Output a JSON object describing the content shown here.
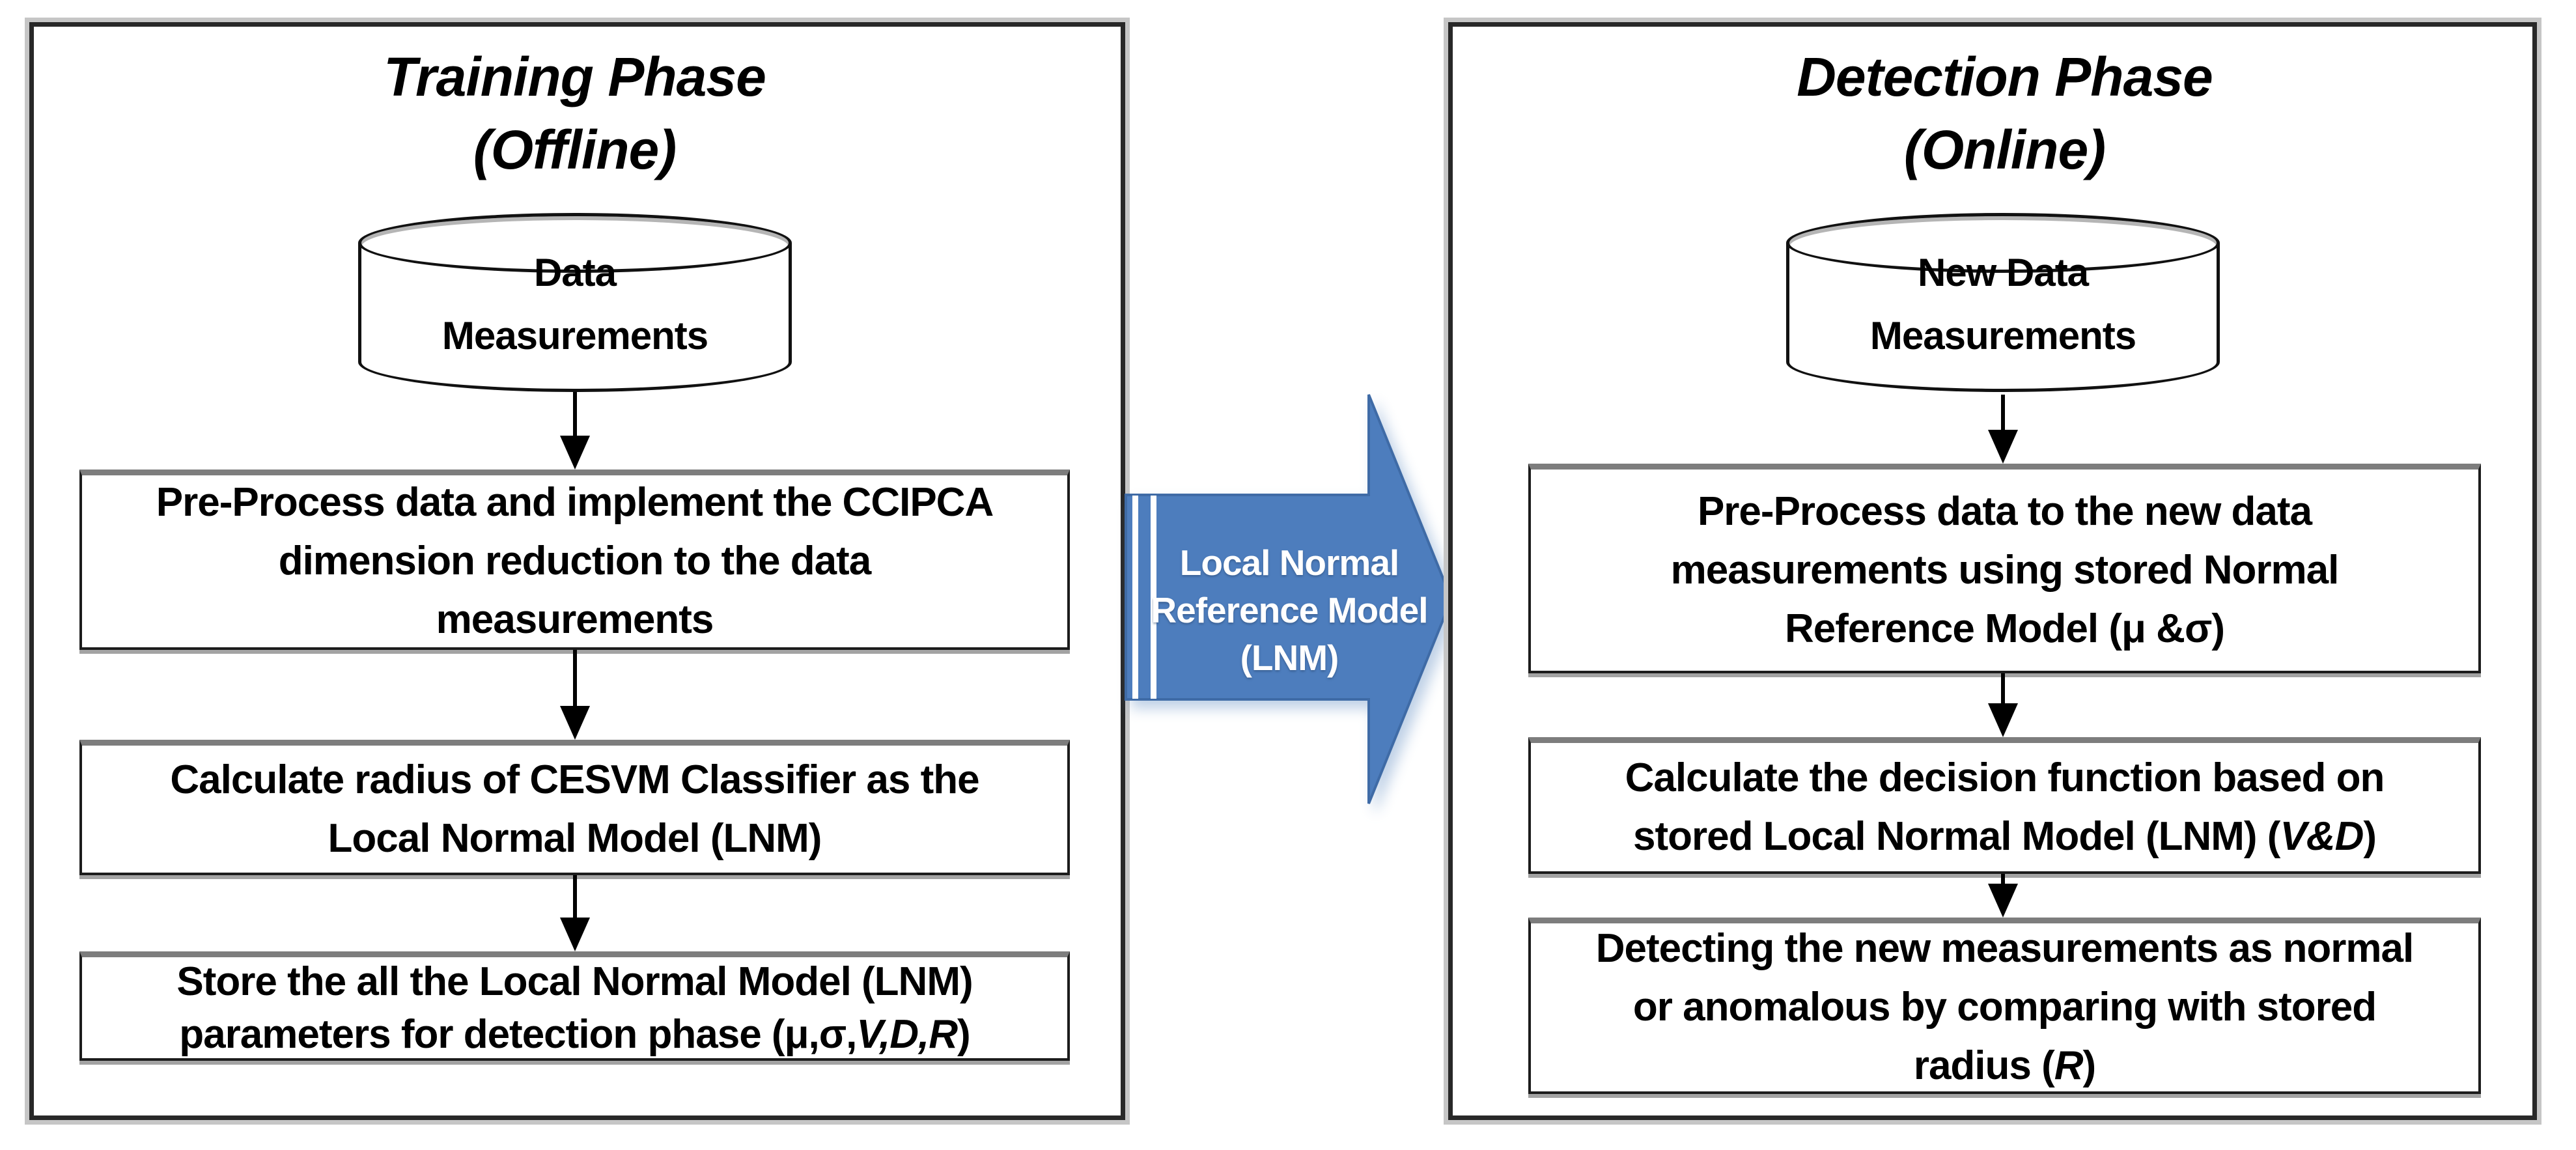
{
  "colors": {
    "panel_border": "#282828",
    "panel_highlight": "#c6c6c6",
    "box_border": "#1c1c1c",
    "box_top_shade": "#7d7d7d",
    "connector_fill": "#4d7dbd",
    "connector_edge": "#3f6ba6",
    "connector_text_color": "#ffffff"
  },
  "left_panel": {
    "title_line1": "Training Phase",
    "title_line2": "(Offline)",
    "cylinder": {
      "line1": "Data",
      "line2": "Measurements"
    },
    "boxes": [
      {
        "lines": [
          "Pre-Process data and implement the CCIPCA",
          "dimension reduction to the data",
          "measurements"
        ]
      },
      {
        "lines": [
          "Calculate radius of CESVM Classifier as the",
          "Local Normal Model (LNM)"
        ]
      },
      {
        "lines": [
          "Store the all the  Local Normal Model (LNM)",
          [
            {
              "t": "parameters for detection phase  (μ,σ,"
            },
            {
              "t": "V,D,R",
              "i": true
            },
            {
              "t": ")"
            }
          ]
        ]
      }
    ]
  },
  "connector": {
    "line1": "Local Normal",
    "line2": "Reference Model",
    "line3": "(LNM)"
  },
  "right_panel": {
    "title_line1": "Detection Phase",
    "title_line2": "(Online)",
    "cylinder": {
      "line1": "New Data",
      "line2": "Measurements"
    },
    "boxes": [
      {
        "lines": [
          "Pre-Process data to the new data",
          "measurements using stored Normal",
          "Reference Model (μ &σ)"
        ]
      },
      {
        "lines": [
          "Calculate the decision function based on",
          [
            {
              "t": "stored Local Normal Model (LNM) ("
            },
            {
              "t": "V&D",
              "i": true
            },
            {
              "t": ")"
            }
          ]
        ]
      },
      {
        "lines": [
          "Detecting the new measurements as normal",
          "or anomalous by comparing with stored",
          [
            {
              "t": "radius ("
            },
            {
              "t": "R",
              "i": true
            },
            {
              "t": ")"
            }
          ]
        ]
      }
    ]
  }
}
